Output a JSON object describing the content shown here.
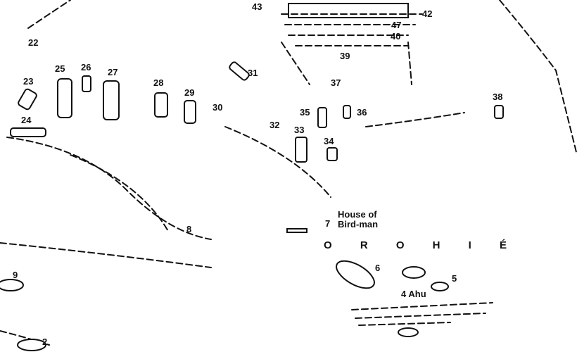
{
  "markers": {
    "n22": "22",
    "n23": "23",
    "n24": "24",
    "n25": "25",
    "n26": "26",
    "n27": "27",
    "n28": "28",
    "n29": "29",
    "n30": "30",
    "n31": "31",
    "n32": "32",
    "n33": "33",
    "n34": "34",
    "n35": "35",
    "n36": "36",
    "n37": "37",
    "n38": "38",
    "n39": "39",
    "n40": "40",
    "n42": "42",
    "n43": "43",
    "n47": "47",
    "n8": "8",
    "n9": "9",
    "n7": "7",
    "n6": "6",
    "n5": "5",
    "n2": "2"
  },
  "labels": {
    "house_line1": "House of",
    "house_line2": "Bird-man",
    "place_name": "O R O H I É",
    "ahu": "4 Ahu"
  }
}
